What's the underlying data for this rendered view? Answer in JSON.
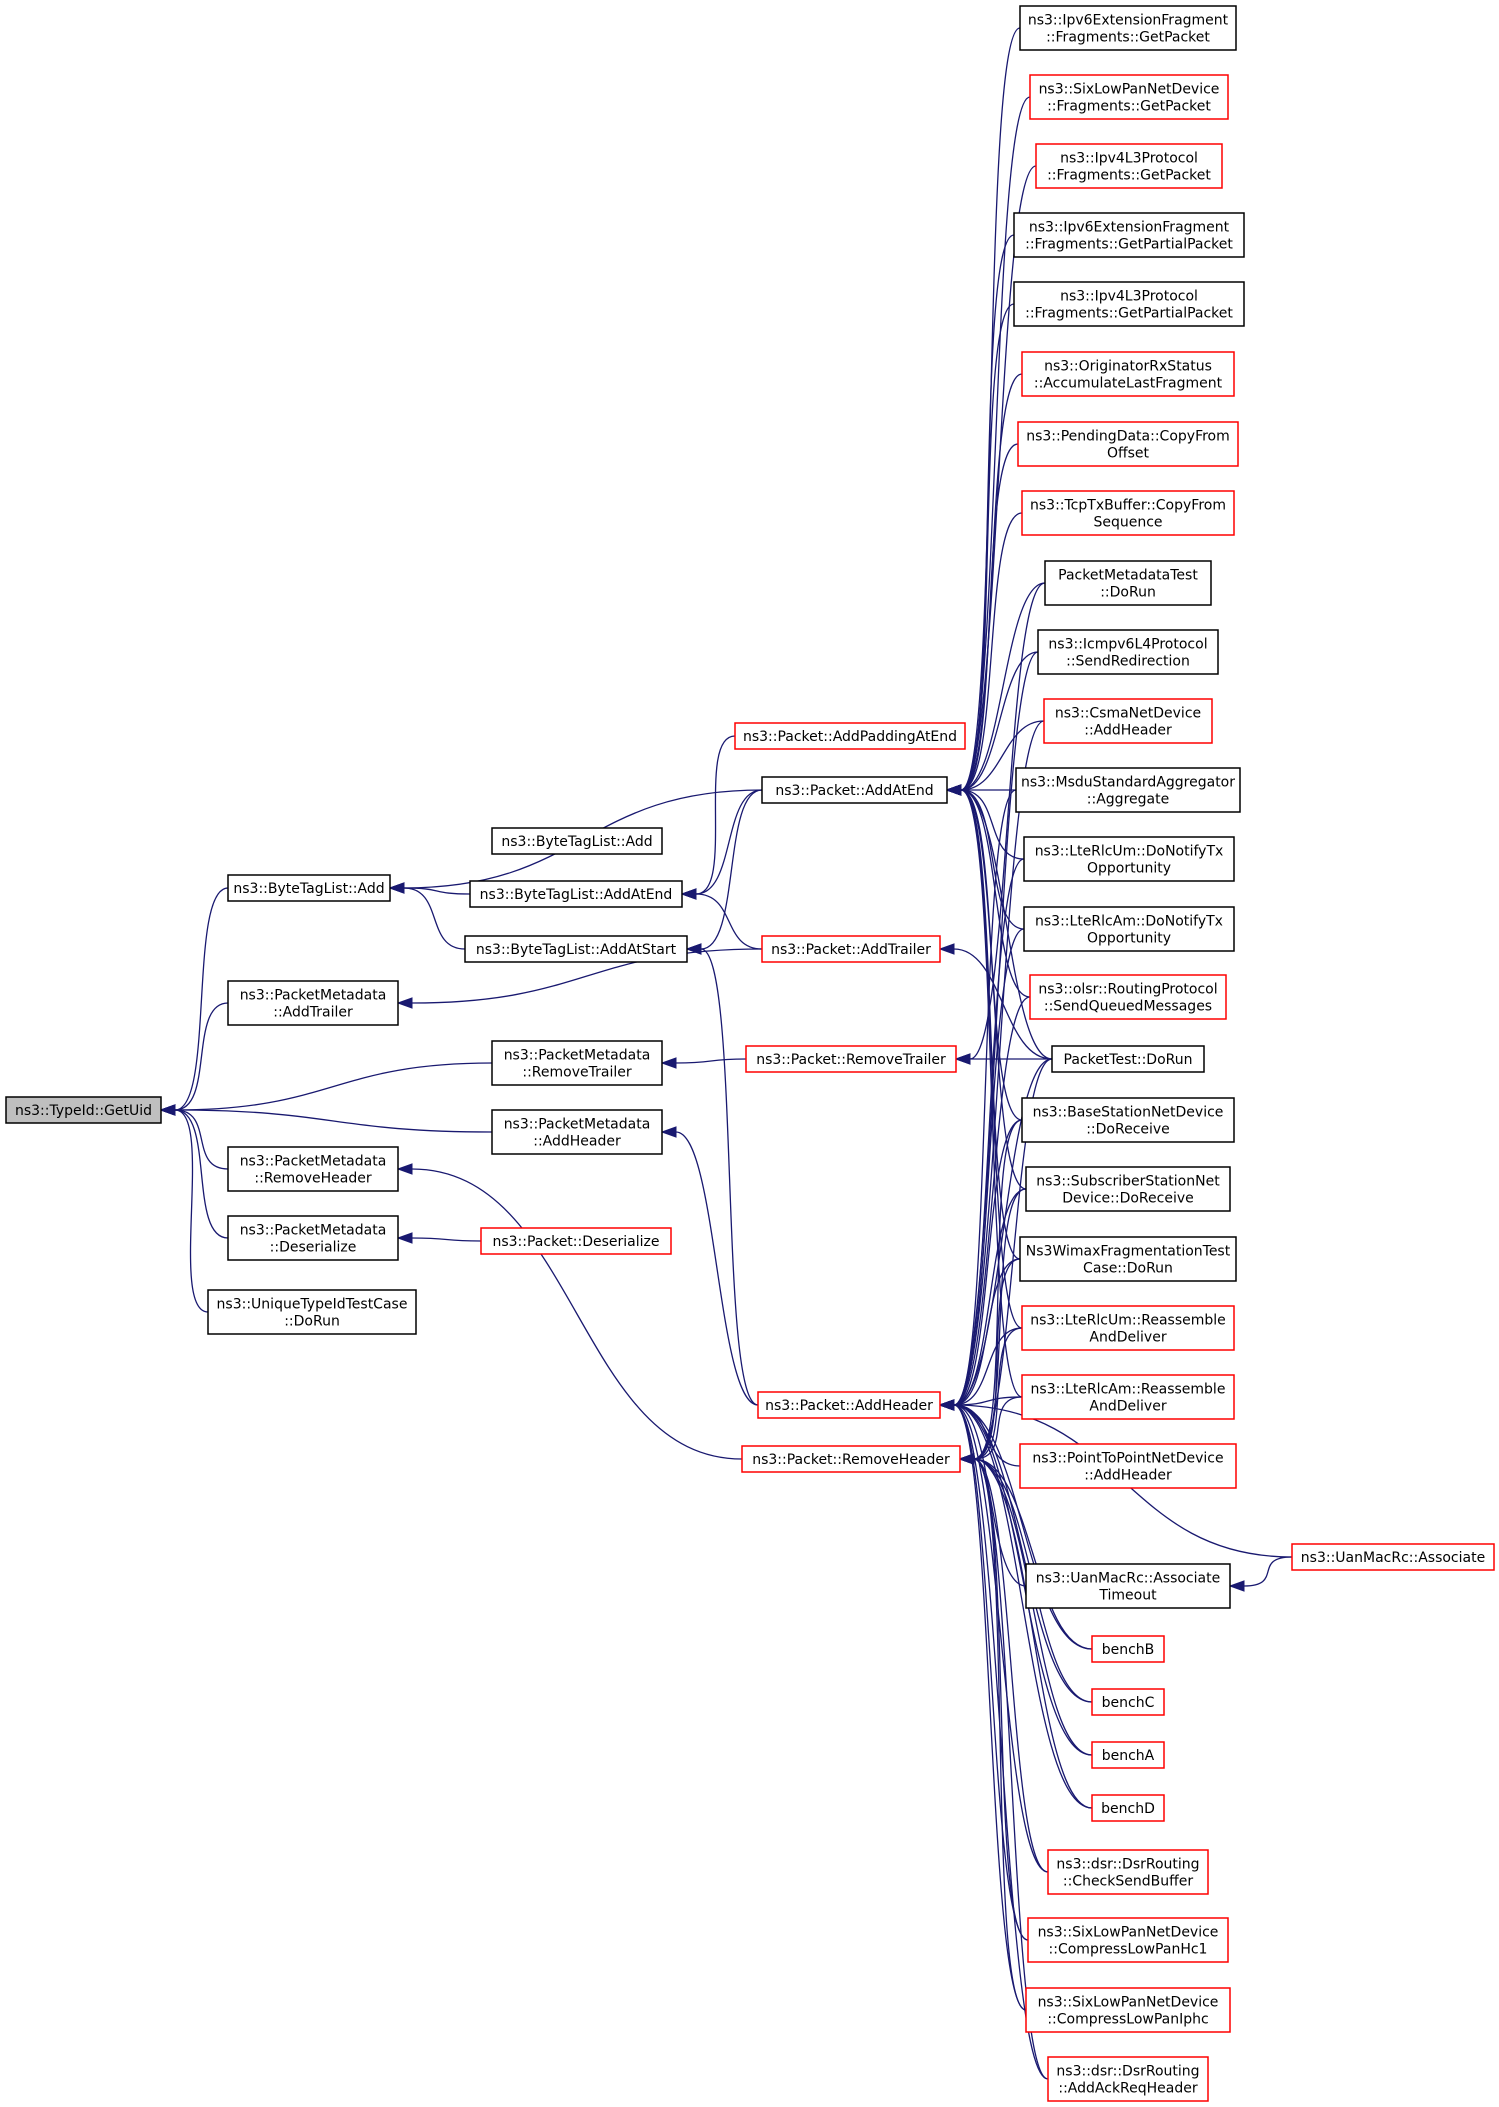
{
  "graph": {
    "type": "doxygen-caller-graph",
    "colors": {
      "edge": "#191970",
      "border_normal": "#000000",
      "border_truncated": "#ff0000",
      "root_fill": "#bfbfbf"
    },
    "nodes": [
      {
        "id": "GetUid",
        "lines": [
          "ns3::TypeId::GetUid"
        ],
        "border": "gray"
      },
      {
        "id": "BTLAdd",
        "lines": [
          "ns3::ByteTagList::Add"
        ],
        "border": "black"
      },
      {
        "id": "PMAddTrailer",
        "lines": [
          "ns3::PacketMetadata",
          "::AddTrailer"
        ],
        "border": "black"
      },
      {
        "id": "PMRemoveTrailer",
        "lines": [
          "ns3::PacketMetadata",
          "::RemoveTrailer"
        ],
        "border": "black"
      },
      {
        "id": "PMAddHeader",
        "lines": [
          "ns3::PacketMetadata",
          "::AddHeader"
        ],
        "border": "black"
      },
      {
        "id": "PMRemoveHeader",
        "lines": [
          "ns3::PacketMetadata",
          "::RemoveHeader"
        ],
        "border": "black"
      },
      {
        "id": "PMDeserialize",
        "lines": [
          "ns3::PacketMetadata",
          "::Deserialize"
        ],
        "border": "black"
      },
      {
        "id": "UniqueTest",
        "lines": [
          "ns3::UniqueTypeIdTestCase",
          "::DoRun"
        ],
        "border": "black"
      },
      {
        "id": "BTLAdd2",
        "lines": [
          "ns3::ByteTagList::Add"
        ],
        "border": "black"
      },
      {
        "id": "BTLAddAtEnd",
        "lines": [
          "ns3::ByteTagList::AddAtEnd"
        ],
        "border": "black"
      },
      {
        "id": "BTLAddAtStart",
        "lines": [
          "ns3::ByteTagList::AddAtStart"
        ],
        "border": "black"
      },
      {
        "id": "PAddPadding",
        "lines": [
          "ns3::Packet::AddPaddingAtEnd"
        ],
        "border": "red"
      },
      {
        "id": "PAddAtEnd",
        "lines": [
          "ns3::Packet::AddAtEnd"
        ],
        "border": "black"
      },
      {
        "id": "PAddTrailer",
        "lines": [
          "ns3::Packet::AddTrailer"
        ],
        "border": "red"
      },
      {
        "id": "PRemoveTrailer",
        "lines": [
          "ns3::Packet::RemoveTrailer"
        ],
        "border": "red"
      },
      {
        "id": "PDeserialize",
        "lines": [
          "ns3::Packet::Deserialize"
        ],
        "border": "red"
      },
      {
        "id": "PAddHeader",
        "lines": [
          "ns3::Packet::AddHeader"
        ],
        "border": "red"
      },
      {
        "id": "PRemoveHeader",
        "lines": [
          "ns3::Packet::RemoveHeader"
        ],
        "border": "red"
      },
      {
        "id": "R1",
        "lines": [
          "ns3::Ipv6ExtensionFragment",
          "::Fragments::GetPacket"
        ],
        "border": "black"
      },
      {
        "id": "R2",
        "lines": [
          "ns3::SixLowPanNetDevice",
          "::Fragments::GetPacket"
        ],
        "border": "red"
      },
      {
        "id": "R3",
        "lines": [
          "ns3::Ipv4L3Protocol",
          "::Fragments::GetPacket"
        ],
        "border": "red"
      },
      {
        "id": "R4",
        "lines": [
          "ns3::Ipv6ExtensionFragment",
          "::Fragments::GetPartialPacket"
        ],
        "border": "black"
      },
      {
        "id": "R5",
        "lines": [
          "ns3::Ipv4L3Protocol",
          "::Fragments::GetPartialPacket"
        ],
        "border": "black"
      },
      {
        "id": "R6",
        "lines": [
          "ns3::OriginatorRxStatus",
          "::AccumulateLastFragment"
        ],
        "border": "red"
      },
      {
        "id": "R7",
        "lines": [
          "ns3::PendingData::CopyFrom",
          "Offset"
        ],
        "border": "red"
      },
      {
        "id": "R8",
        "lines": [
          "ns3::TcpTxBuffer::CopyFrom",
          "Sequence"
        ],
        "border": "red"
      },
      {
        "id": "R9",
        "lines": [
          "PacketMetadataTest",
          "::DoRun"
        ],
        "border": "black"
      },
      {
        "id": "R10",
        "lines": [
          "ns3::Icmpv6L4Protocol",
          "::SendRedirection"
        ],
        "border": "black"
      },
      {
        "id": "R11",
        "lines": [
          "ns3::CsmaNetDevice",
          "::AddHeader"
        ],
        "border": "red"
      },
      {
        "id": "R12",
        "lines": [
          "ns3::MsduStandardAggregator",
          "::Aggregate"
        ],
        "border": "black"
      },
      {
        "id": "R13",
        "lines": [
          "ns3::LteRlcUm::DoNotifyTx",
          "Opportunity"
        ],
        "border": "black"
      },
      {
        "id": "R14",
        "lines": [
          "ns3::LteRlcAm::DoNotifyTx",
          "Opportunity"
        ],
        "border": "black"
      },
      {
        "id": "R15",
        "lines": [
          "ns3::olsr::RoutingProtocol",
          "::SendQueuedMessages"
        ],
        "border": "red"
      },
      {
        "id": "R16",
        "lines": [
          "PacketTest::DoRun"
        ],
        "border": "black"
      },
      {
        "id": "R17",
        "lines": [
          "ns3::BaseStationNetDevice",
          "::DoReceive"
        ],
        "border": "black"
      },
      {
        "id": "R18",
        "lines": [
          "ns3::SubscriberStationNet",
          "Device::DoReceive"
        ],
        "border": "black"
      },
      {
        "id": "R19",
        "lines": [
          "Ns3WimaxFragmentationTest",
          "Case::DoRun"
        ],
        "border": "black"
      },
      {
        "id": "R20",
        "lines": [
          "ns3::LteRlcUm::Reassemble",
          "AndDeliver"
        ],
        "border": "red"
      },
      {
        "id": "R21",
        "lines": [
          "ns3::LteRlcAm::Reassemble",
          "AndDeliver"
        ],
        "border": "red"
      },
      {
        "id": "R22",
        "lines": [
          "ns3::PointToPointNetDevice",
          "::AddHeader"
        ],
        "border": "red"
      },
      {
        "id": "R23",
        "lines": [
          "ns3::UanMacRc::Associate",
          "Timeout"
        ],
        "border": "black"
      },
      {
        "id": "R24",
        "lines": [
          "benchB"
        ],
        "border": "red"
      },
      {
        "id": "R25",
        "lines": [
          "benchC"
        ],
        "border": "red"
      },
      {
        "id": "R26",
        "lines": [
          "benchA"
        ],
        "border": "red"
      },
      {
        "id": "R27",
        "lines": [
          "benchD"
        ],
        "border": "red"
      },
      {
        "id": "R28",
        "lines": [
          "ns3::dsr::DsrRouting",
          "::CheckSendBuffer"
        ],
        "border": "red"
      },
      {
        "id": "R29",
        "lines": [
          "ns3::SixLowPanNetDevice",
          "::CompressLowPanHc1"
        ],
        "border": "red"
      },
      {
        "id": "R30",
        "lines": [
          "ns3::SixLowPanNetDevice",
          "::CompressLowPanIphc"
        ],
        "border": "red"
      },
      {
        "id": "R31",
        "lines": [
          "ns3::dsr::DsrRouting",
          "::AddAckReqHeader"
        ],
        "border": "red"
      },
      {
        "id": "UanAssoc",
        "lines": [
          "ns3::UanMacRc::Associate"
        ],
        "border": "red"
      }
    ],
    "edges": [
      [
        "BTLAdd",
        "GetUid"
      ],
      [
        "PMAddTrailer",
        "GetUid"
      ],
      [
        "PMRemoveTrailer",
        "GetUid"
      ],
      [
        "PMAddHeader",
        "GetUid"
      ],
      [
        "PMRemoveHeader",
        "GetUid"
      ],
      [
        "PMDeserialize",
        "GetUid"
      ],
      [
        "UniqueTest",
        "GetUid"
      ],
      [
        "PAddAtEnd",
        "BTLAdd"
      ],
      [
        "BTLAddAtEnd",
        "BTLAdd"
      ],
      [
        "BTLAddAtStart",
        "BTLAdd"
      ],
      [
        "PAddTrailer",
        "PMAddTrailer"
      ],
      [
        "PRemoveTrailer",
        "PMRemoveTrailer"
      ],
      [
        "PAddHeader",
        "PMAddHeader"
      ],
      [
        "PRemoveHeader",
        "PMRemoveHeader"
      ],
      [
        "PDeserialize",
        "PMDeserialize"
      ],
      [
        "PAddPadding",
        "BTLAddAtEnd"
      ],
      [
        "PAddAtEnd",
        "BTLAddAtEnd"
      ],
      [
        "PAddTrailer",
        "BTLAddAtEnd"
      ],
      [
        "PAddAtEnd",
        "BTLAddAtStart"
      ],
      [
        "PAddHeader",
        "BTLAddAtStart"
      ],
      [
        "R1",
        "PAddAtEnd"
      ],
      [
        "R2",
        "PAddAtEnd"
      ],
      [
        "R3",
        "PAddAtEnd"
      ],
      [
        "R4",
        "PAddAtEnd"
      ],
      [
        "R5",
        "PAddAtEnd"
      ],
      [
        "R6",
        "PAddAtEnd"
      ],
      [
        "R7",
        "PAddAtEnd"
      ],
      [
        "R8",
        "PAddAtEnd"
      ],
      [
        "R9",
        "PAddAtEnd"
      ],
      [
        "R10",
        "PAddAtEnd"
      ],
      [
        "R11",
        "PAddAtEnd"
      ],
      [
        "R12",
        "PAddAtEnd"
      ],
      [
        "R13",
        "PAddAtEnd"
      ],
      [
        "R14",
        "PAddAtEnd"
      ],
      [
        "R15",
        "PAddAtEnd"
      ],
      [
        "R16",
        "PAddAtEnd"
      ],
      [
        "R17",
        "PAddAtEnd"
      ],
      [
        "R18",
        "PAddAtEnd"
      ],
      [
        "R19",
        "PAddAtEnd"
      ],
      [
        "R20",
        "PAddAtEnd"
      ],
      [
        "R21",
        "PAddAtEnd"
      ],
      [
        "R16",
        "PAddTrailer"
      ],
      [
        "R16",
        "PRemoveTrailer"
      ],
      [
        "R9",
        "PRemoveTrailer"
      ],
      [
        "R10",
        "PAddHeader"
      ],
      [
        "R11",
        "PAddHeader"
      ],
      [
        "R12",
        "PAddHeader"
      ],
      [
        "R13",
        "PAddHeader"
      ],
      [
        "R14",
        "PAddHeader"
      ],
      [
        "R15",
        "PAddHeader"
      ],
      [
        "R16",
        "PAddHeader"
      ],
      [
        "R17",
        "PAddHeader"
      ],
      [
        "R18",
        "PAddHeader"
      ],
      [
        "R19",
        "PAddHeader"
      ],
      [
        "R20",
        "PAddHeader"
      ],
      [
        "R21",
        "PAddHeader"
      ],
      [
        "R22",
        "PAddHeader"
      ],
      [
        "R23",
        "PAddHeader"
      ],
      [
        "R24",
        "PAddHeader"
      ],
      [
        "R25",
        "PAddHeader"
      ],
      [
        "R26",
        "PAddHeader"
      ],
      [
        "R27",
        "PAddHeader"
      ],
      [
        "R28",
        "PAddHeader"
      ],
      [
        "R29",
        "PAddHeader"
      ],
      [
        "R30",
        "PAddHeader"
      ],
      [
        "R31",
        "PAddHeader"
      ],
      [
        "UanAssoc",
        "PAddHeader"
      ],
      [
        "R16",
        "PRemoveHeader"
      ],
      [
        "R17",
        "PRemoveHeader"
      ],
      [
        "R18",
        "PRemoveHeader"
      ],
      [
        "R19",
        "PRemoveHeader"
      ],
      [
        "R20",
        "PRemoveHeader"
      ],
      [
        "R21",
        "PRemoveHeader"
      ],
      [
        "R24",
        "PRemoveHeader"
      ],
      [
        "R25",
        "PRemoveHeader"
      ],
      [
        "R26",
        "PRemoveHeader"
      ],
      [
        "R27",
        "PRemoveHeader"
      ],
      [
        "R28",
        "PRemoveHeader"
      ],
      [
        "R29",
        "PRemoveHeader"
      ],
      [
        "R30",
        "PRemoveHeader"
      ],
      [
        "R31",
        "PRemoveHeader"
      ],
      [
        "UanAssoc",
        "R23"
      ]
    ]
  }
}
